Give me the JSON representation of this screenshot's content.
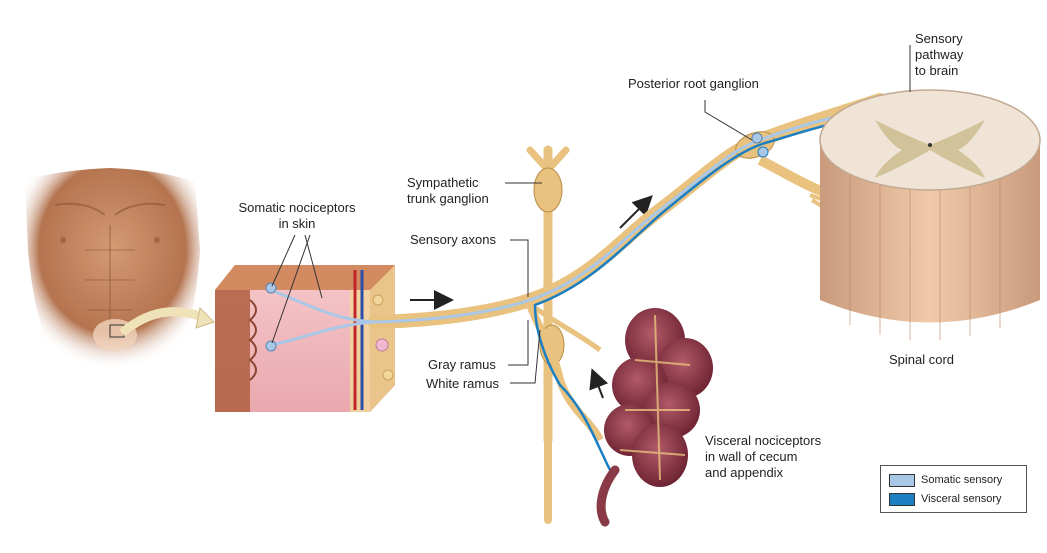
{
  "labels": {
    "somatic_nociceptors": [
      "Somatic nociceptors",
      "in skin"
    ],
    "sympathetic_trunk_ganglion": [
      "Sympathetic",
      "trunk ganglion"
    ],
    "sensory_axons": "Sensory axons",
    "posterior_root_ganglion": "Posterior root ganglion",
    "sensory_pathway": [
      "Sensory",
      "pathway",
      "to brain"
    ],
    "spinal_cord": "Spinal cord",
    "gray_ramus": "Gray ramus",
    "white_ramus": "White ramus",
    "visceral_nociceptors": [
      "Visceral nociceptors",
      "in wall of cecum",
      "and appendix"
    ]
  },
  "legend": {
    "items": [
      {
        "label": "Somatic sensory",
        "color": "#a9c7e6"
      },
      {
        "label": "Visceral sensory",
        "color": "#1b7fc2"
      }
    ]
  },
  "colors": {
    "nerve": "#e8c27e",
    "nerve_outline": "#b98d45",
    "somatic_fiber": "#a9c7e6",
    "visceral_fiber": "#1b7fc2",
    "skin": "#c58660",
    "cecum": "#8a3a47",
    "spinal_cord": "#e3b99a"
  }
}
